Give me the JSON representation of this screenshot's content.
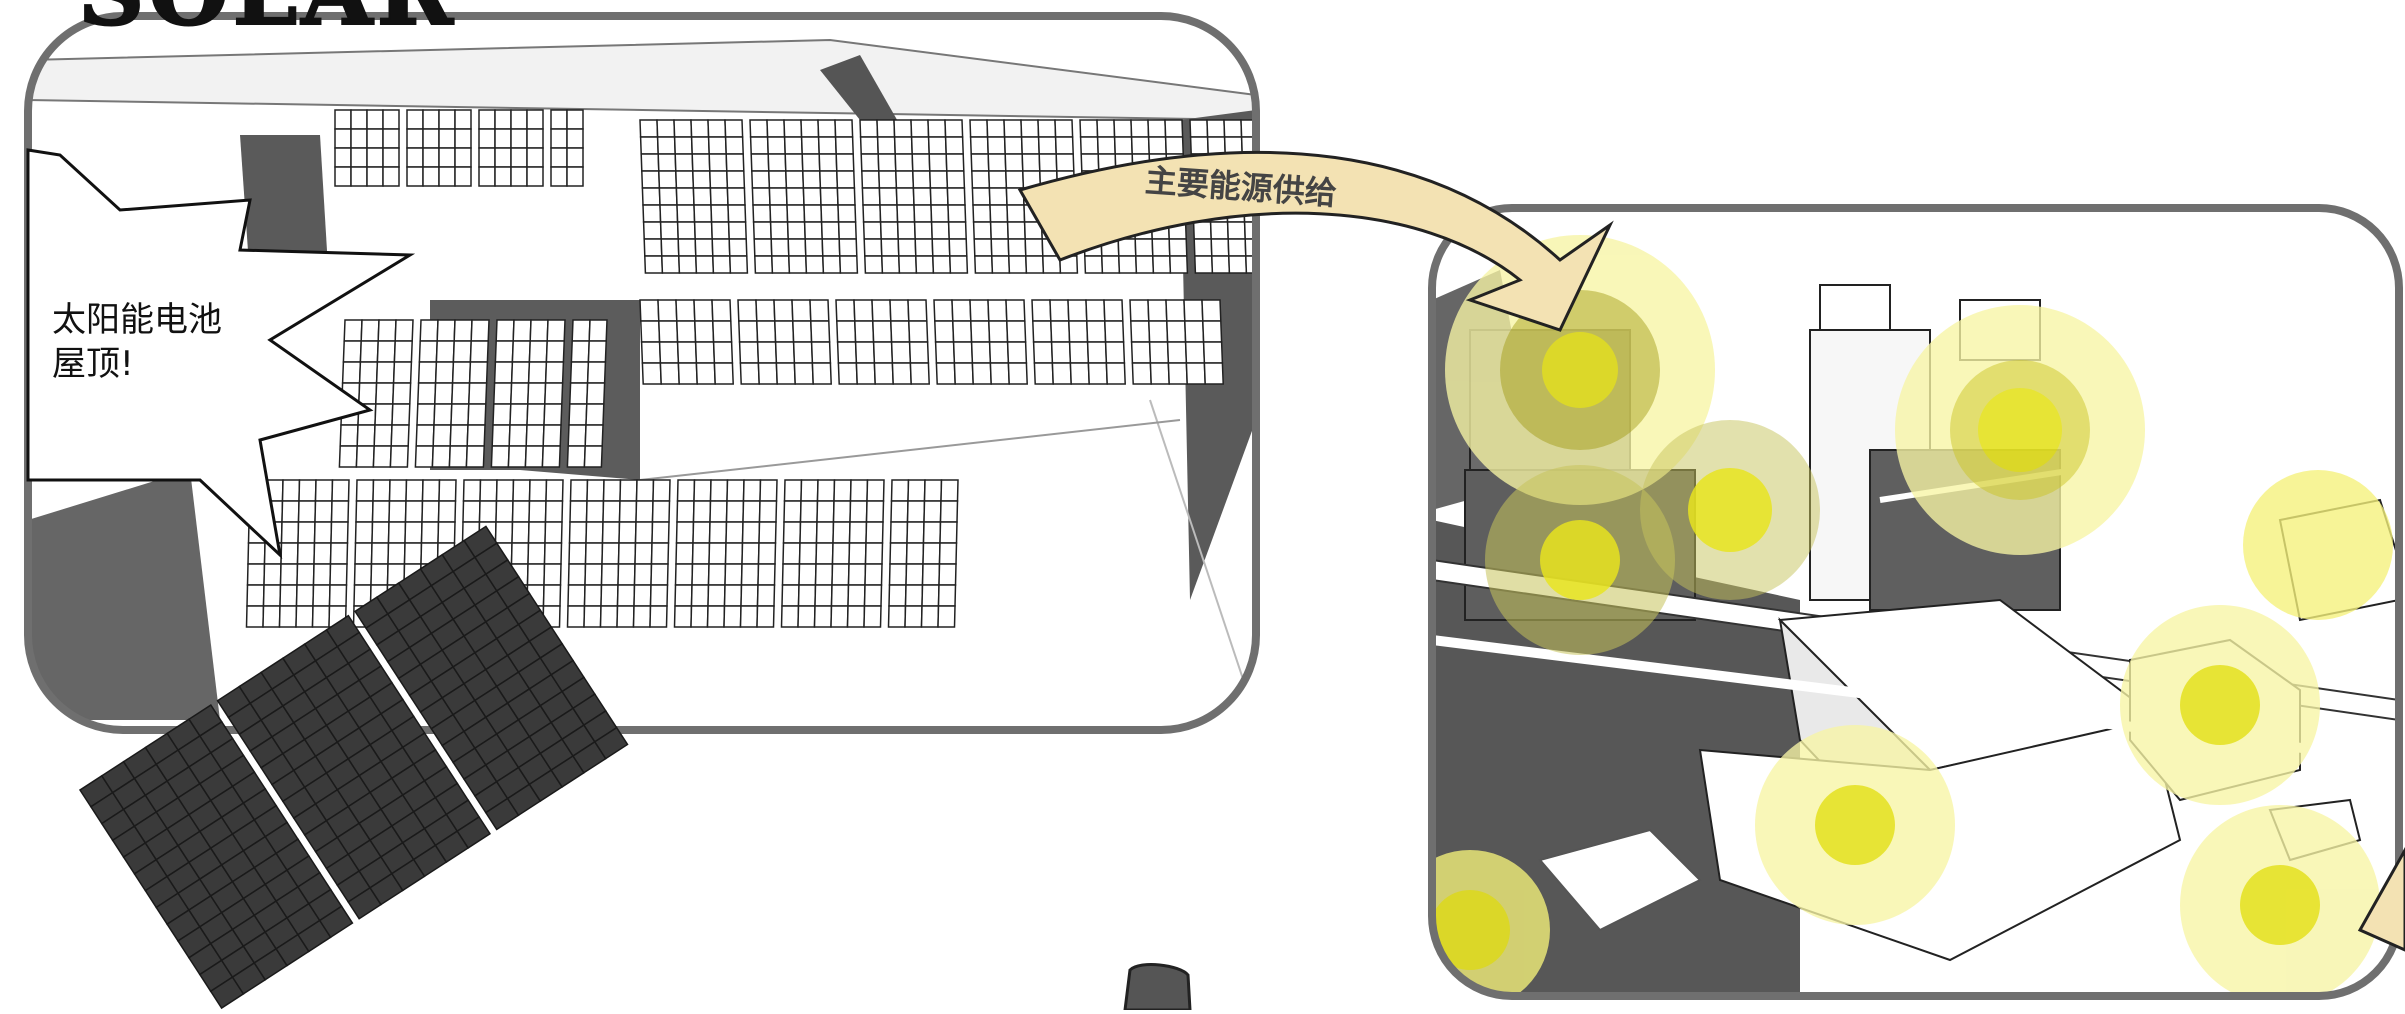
{
  "title": "SOLAR",
  "speech_bubble": {
    "line1": "太阳能电池",
    "line2": "屋顶!"
  },
  "arrow_label": "主要能源供给",
  "colors": {
    "frame": "#6f6f6f",
    "panel_light": "#ffffff",
    "panel_dark": "#3a3a3a",
    "shadow": "#5e5e5e",
    "arrow_fill": "#f3e2b3",
    "energy_glow": "#f4f17a",
    "energy_core": "#e6e224"
  }
}
